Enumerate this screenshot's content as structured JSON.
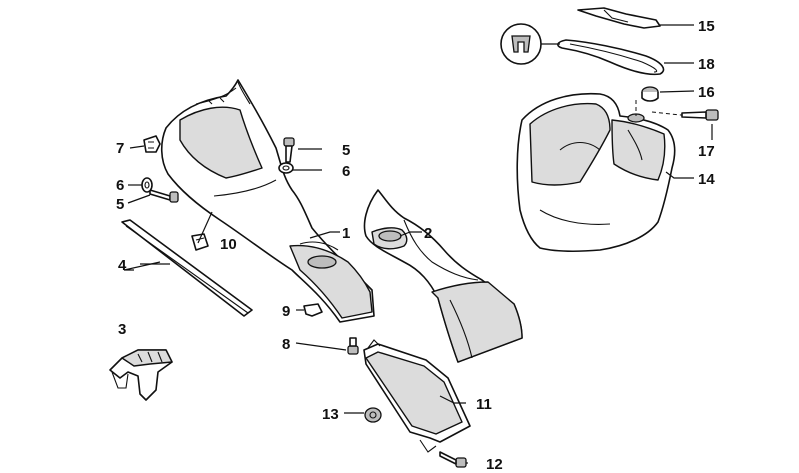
{
  "callouts": {
    "c1": "1",
    "c2": "2",
    "c3": "3",
    "c4": "4",
    "c5a": "5",
    "c5b": "5",
    "c6a": "6",
    "c6b": "6",
    "c7": "7",
    "c8": "8",
    "c9": "9",
    "c10": "10",
    "c11": "11",
    "c12": "12",
    "c13": "13",
    "c14": "14",
    "c15": "15",
    "c16": "16",
    "c17": "17",
    "c18": "18"
  }
}
